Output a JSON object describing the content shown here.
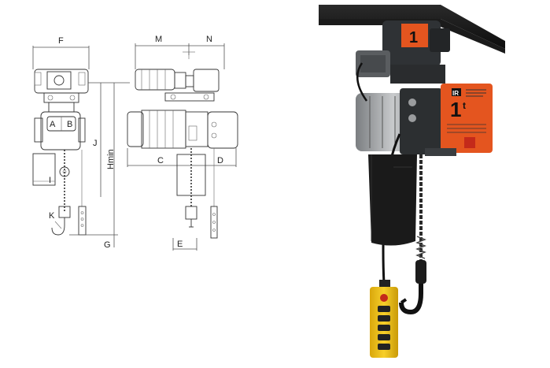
{
  "drawing": {
    "labels": {
      "F": "F",
      "M": "M",
      "N": "N",
      "A": "A",
      "B": "B",
      "J": "J",
      "Hmin": "Hmin",
      "C": "C",
      "D": "D",
      "I": "I",
      "K": "K",
      "G": "G",
      "E": "E"
    }
  },
  "photo": {
    "capacity": "1",
    "capacity_unit": "t",
    "brand_mark": "IR"
  },
  "colors": {
    "beam": "#151515",
    "hoist_body": "#3a3d40",
    "hoist_grey": "#9a9c9e",
    "label_orange": "#e4551f",
    "chain_bag": "#1a1a1a",
    "pendant_yellow": "#f2c21a"
  },
  "icons": [
    "hook-icon",
    "chain-icon",
    "pendant-control-icon"
  ]
}
